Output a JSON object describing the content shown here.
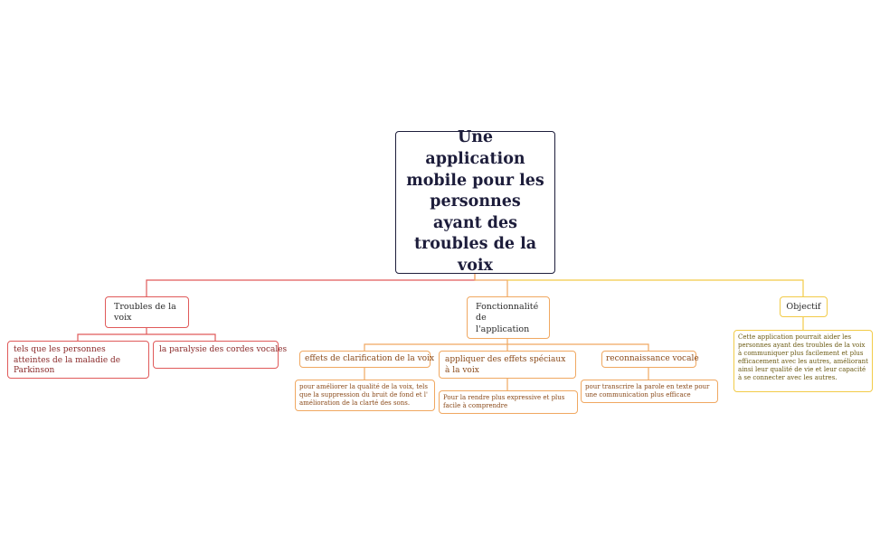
{
  "root": {
    "title": "Une application mobile pour les personnes ayant des troubles de la voix"
  },
  "branches": {
    "troubles": {
      "label": "Troubles de la voix",
      "children": [
        {
          "label": "tels que les personnes atteintes de la maladie de Parkinson"
        },
        {
          "label": "la paralysie des cordes vocales"
        }
      ]
    },
    "fonctionnalite": {
      "label": "Fonctionnalité de l'application",
      "children": [
        {
          "label": "effets de clarification de la voix",
          "detail": "pour améliorer la qualité de la voix, tels que la suppression du bruit de fond et l' amélioration de la clarté des sons."
        },
        {
          "label": "appliquer des effets spéciaux à la voix",
          "detail": "Pour la rendre plus expressive et plus facile à comprendre"
        },
        {
          "label": "reconnaissance vocale",
          "detail": "pour transcrire la parole en texte pour une communication plus efficace"
        }
      ]
    },
    "objectif": {
      "label": "Objectif",
      "detail": "Cette application pourrait aider les personnes ayant des troubles de la voix à communiquer plus facilement et plus efficacement avec les autres, améliorant ainsi leur qualité de vie et leur capacité à se connecter avec les autres."
    }
  },
  "colors": {
    "root_border": "#1d1d3b",
    "red_branch": "#e05a5a",
    "orange_branch": "#f0a861",
    "yellow_branch": "#f2cb48"
  }
}
